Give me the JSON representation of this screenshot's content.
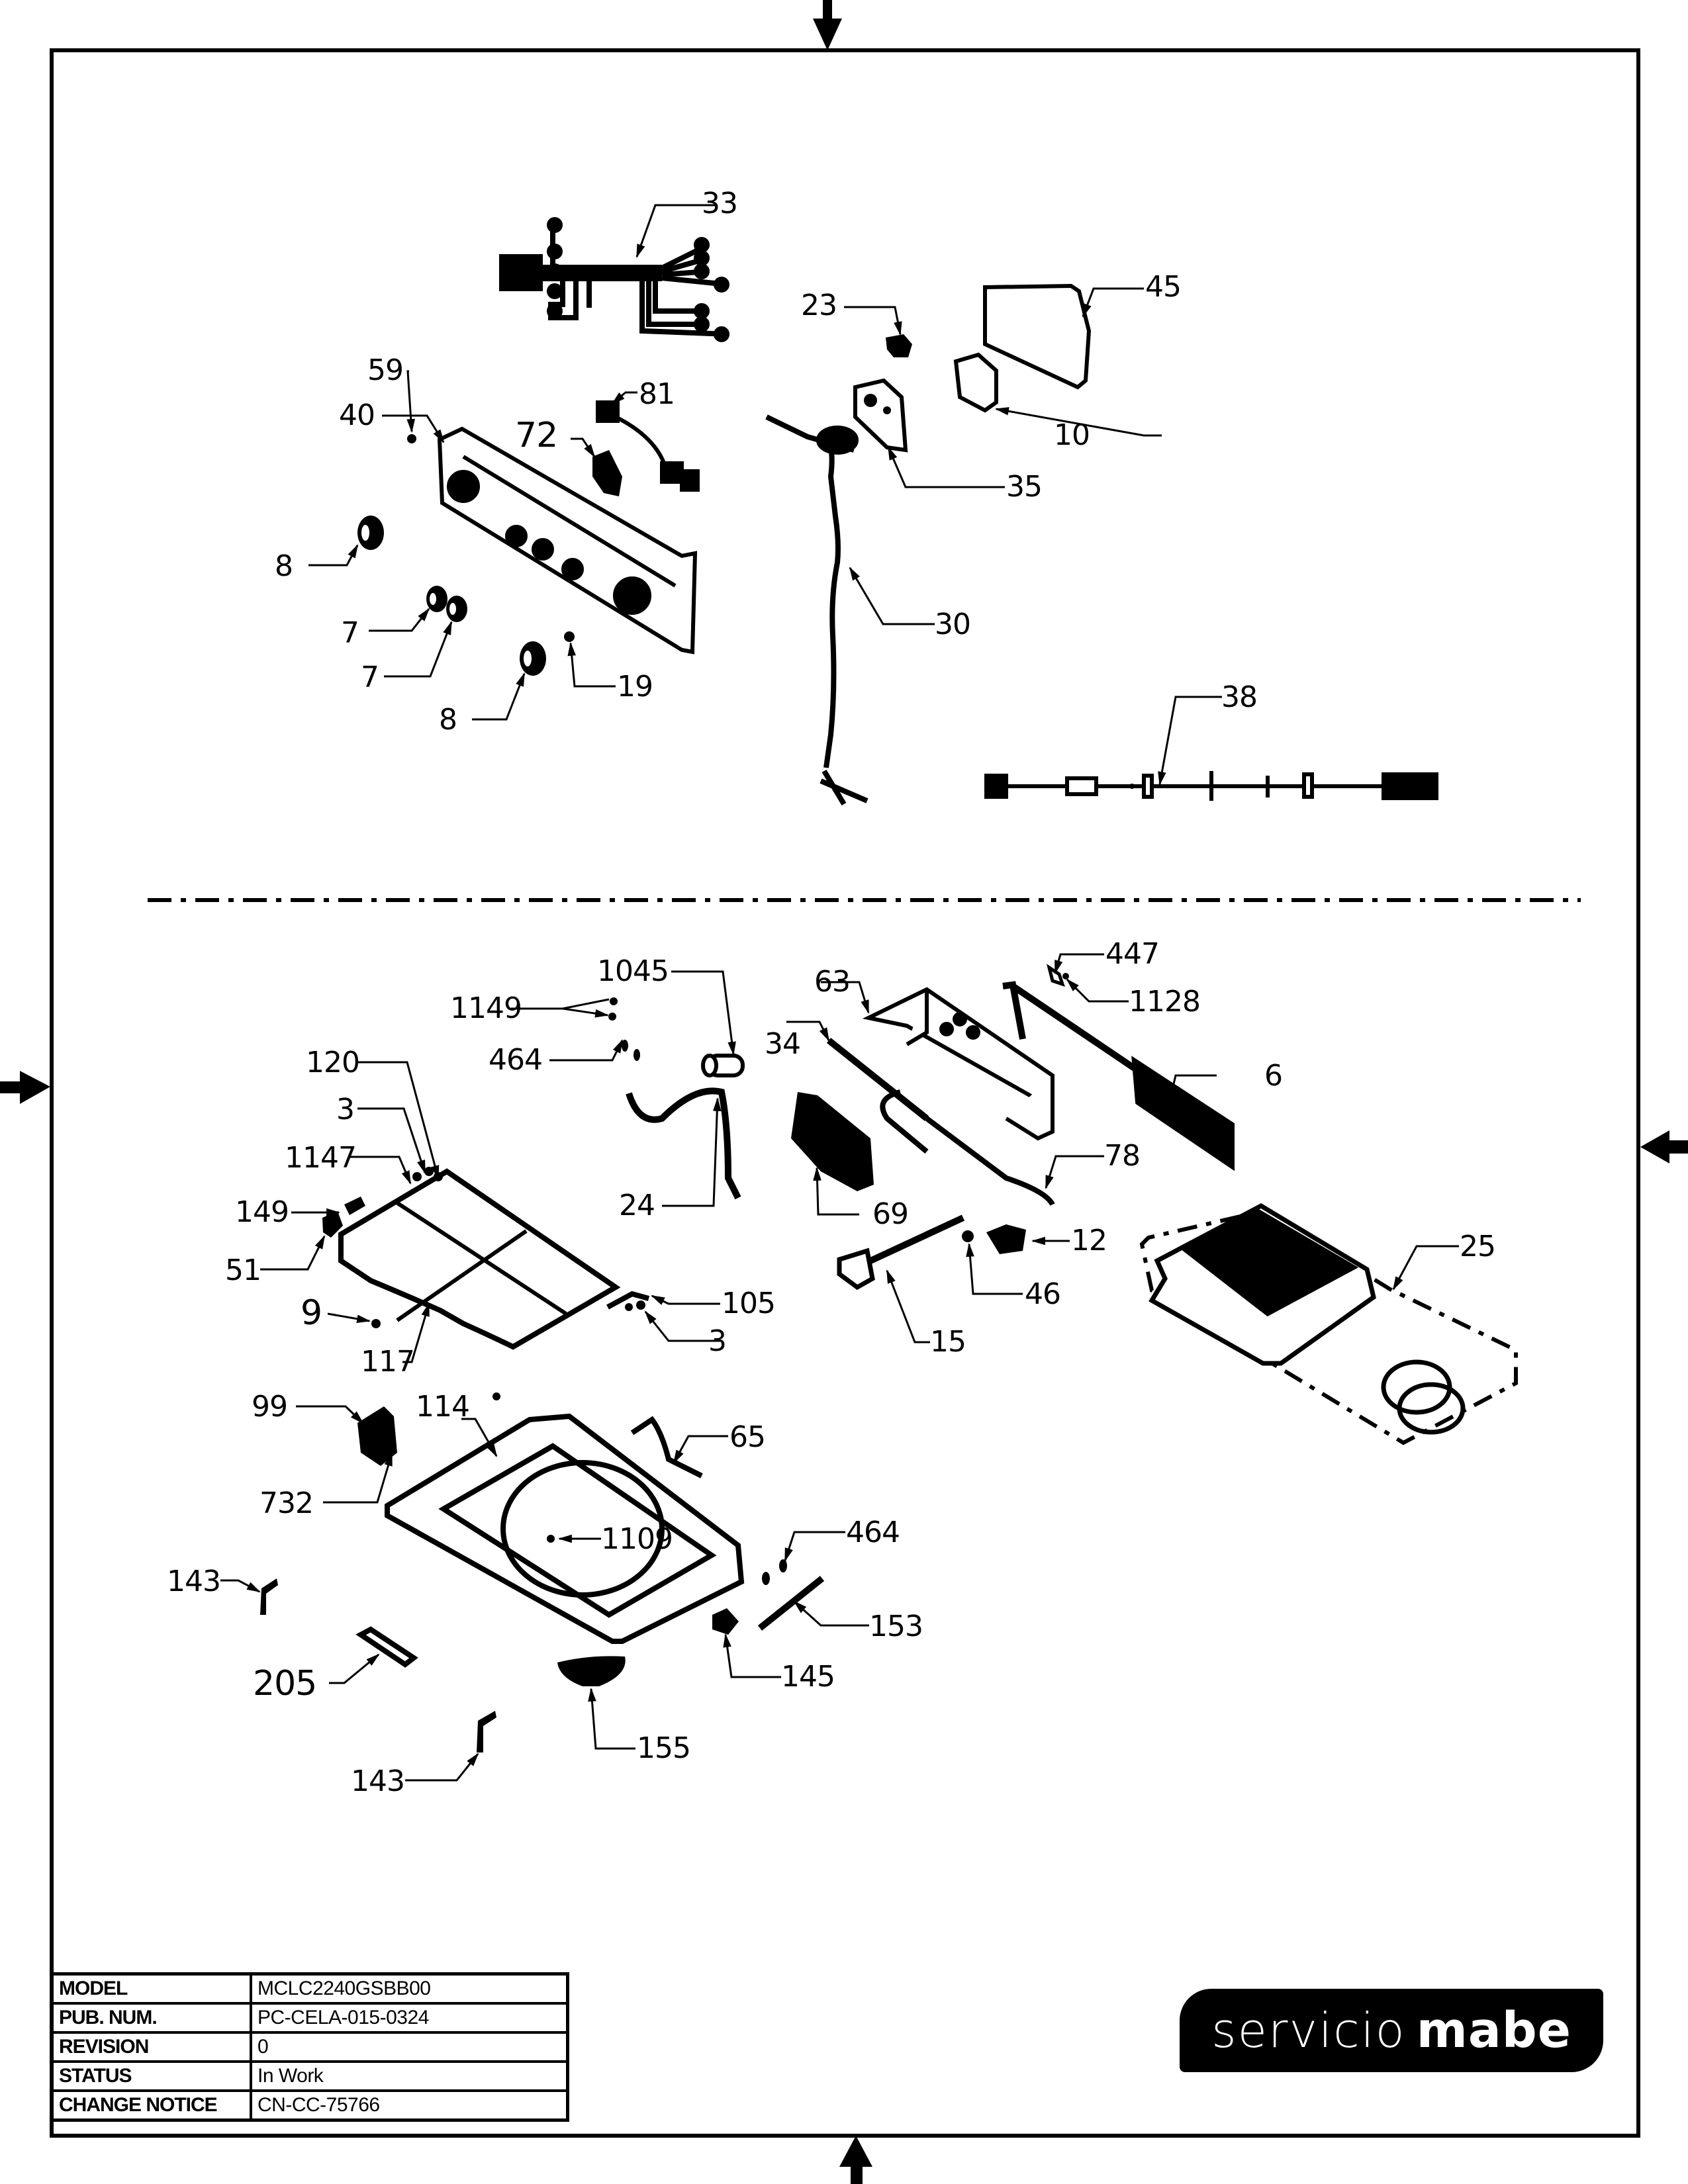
{
  "document": {
    "type": "exploded parts diagram",
    "brand_logo": {
      "light_text": "servicio",
      "bold_text": "mabe"
    }
  },
  "title_block": [
    {
      "key": "MODEL",
      "value": "MCLC2240GSBB00"
    },
    {
      "key": "PUB. NUM.",
      "value": "PC-CELA-015-0324"
    },
    {
      "key": "REVISION",
      "value": "0"
    },
    {
      "key": "STATUS",
      "value": "In Work"
    },
    {
      "key": "CHANGE NOTICE",
      "value": "CN-CC-75766"
    }
  ],
  "sections": {
    "upper": {
      "callouts": [
        "33",
        "23",
        "45",
        "59",
        "81",
        "40",
        "72",
        "10",
        "35",
        "8",
        "7",
        "7",
        "30",
        "19",
        "8",
        "38"
      ]
    },
    "lower": {
      "callouts": [
        "1045",
        "63",
        "447",
        "1149",
        "1128",
        "34",
        "464",
        "6",
        "120",
        "3",
        "78",
        "1147",
        "24",
        "149",
        "69",
        "12",
        "25",
        "51",
        "105",
        "46",
        "9",
        "3",
        "15",
        "117",
        "99",
        "114",
        "65",
        "732",
        "1109",
        "464",
        "143",
        "153",
        "145",
        "205",
        "155",
        "143"
      ]
    }
  },
  "callouts": {
    "c33": "33",
    "c23": "23",
    "c45": "45",
    "c59": "59",
    "c81": "81",
    "c40": "40",
    "c72": "72",
    "c10": "10",
    "c35": "35",
    "c8a": "8",
    "c7a": "7",
    "c7b": "7",
    "c30": "30",
    "c19": "19",
    "c8b": "8",
    "c38": "38",
    "c1045": "1045",
    "c63": "63",
    "c447": "447",
    "c1149": "1149",
    "c1128": "1128",
    "c34": "34",
    "c464a": "464",
    "c6": "6",
    "c120": "120",
    "c3a": "3",
    "c78": "78",
    "c1147": "1147",
    "c24": "24",
    "c149": "149",
    "c69": "69",
    "c12": "12",
    "c25": "25",
    "c51": "51",
    "c105": "105",
    "c46": "46",
    "c9": "9",
    "c3b": "3",
    "c15": "15",
    "c117": "117",
    "c99": "99",
    "c114": "114",
    "c65": "65",
    "c732": "732",
    "c1109": "1109",
    "c464b": "464",
    "c143a": "143",
    "c153": "153",
    "c145": "145",
    "c205": "205",
    "c155": "155",
    "c143b": "143"
  }
}
